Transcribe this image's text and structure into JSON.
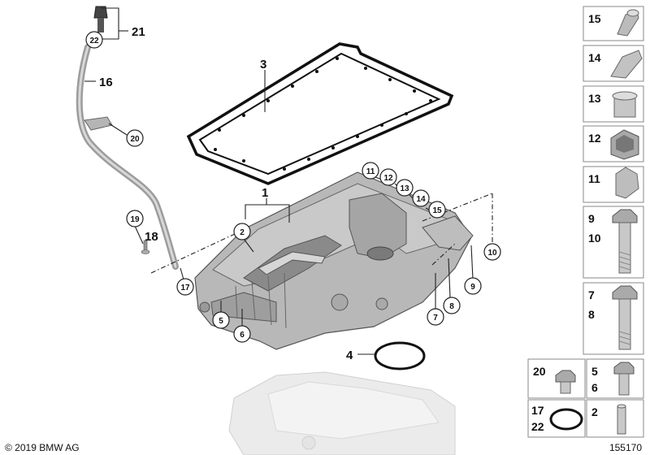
{
  "callouts": {
    "c1": "1",
    "c2": "2",
    "c3": "3",
    "c4": "4",
    "c5": "5",
    "c6": "6",
    "c7": "7",
    "c8": "8",
    "c9": "9",
    "c10": "10",
    "c11": "11",
    "c12": "12",
    "c13": "13",
    "c14": "14",
    "c15": "15",
    "c16": "16",
    "c17": "17",
    "c18": "18",
    "c19": "19",
    "c20": "20",
    "c21": "21",
    "c22": "22"
  },
  "sidebar": {
    "b15": "15",
    "b14": "14",
    "b13": "13",
    "b12": "12",
    "b11": "11",
    "b9": "9",
    "b10": "10",
    "b7": "7",
    "b8": "8",
    "b20": "20",
    "b5": "5",
    "b6": "6",
    "b17": "17",
    "b22": "22",
    "b2": "2"
  },
  "footer": {
    "copyright": "© 2019 BMW AG",
    "diagram_number": "155170"
  }
}
